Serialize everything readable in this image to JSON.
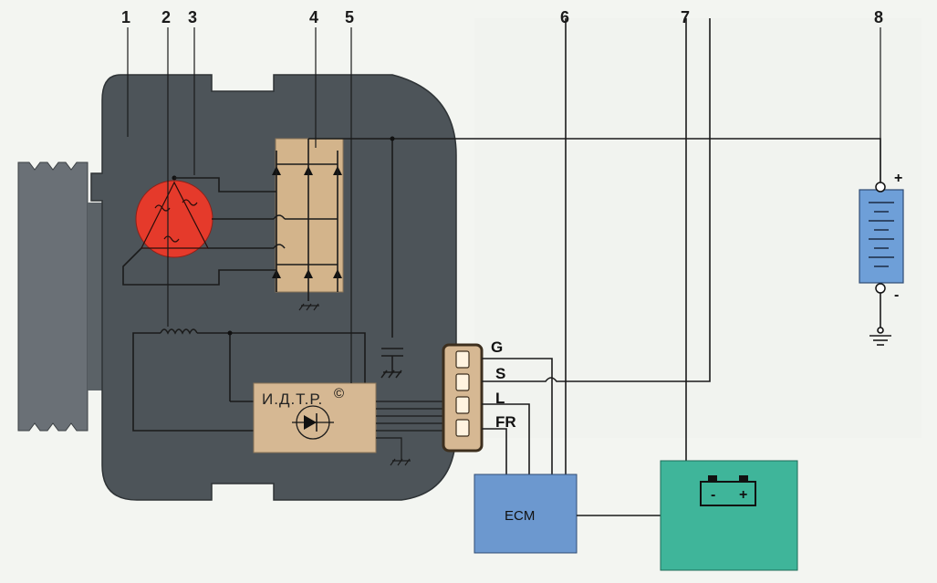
{
  "callouts": [
    "1",
    "2",
    "3",
    "4",
    "5",
    "6",
    "7",
    "8"
  ],
  "connector_pins": [
    "G",
    "S",
    "L",
    "FR"
  ],
  "regulator_label": "И.Д.Т.Р.",
  "regulator_mark": "©",
  "ecm_label": "ECM",
  "battery_plus": "+",
  "battery_minus": "-",
  "dash_battery_minus": "-",
  "dash_battery_plus": "+",
  "colors": {
    "housing": "#4d5459",
    "stator": "#e53a2b",
    "rectifier": "#d3b48b",
    "regulator": "#d6b893",
    "ecm": "#6c98cf",
    "dash_module": "#3fb59a",
    "battery": "#6e9fd8"
  }
}
